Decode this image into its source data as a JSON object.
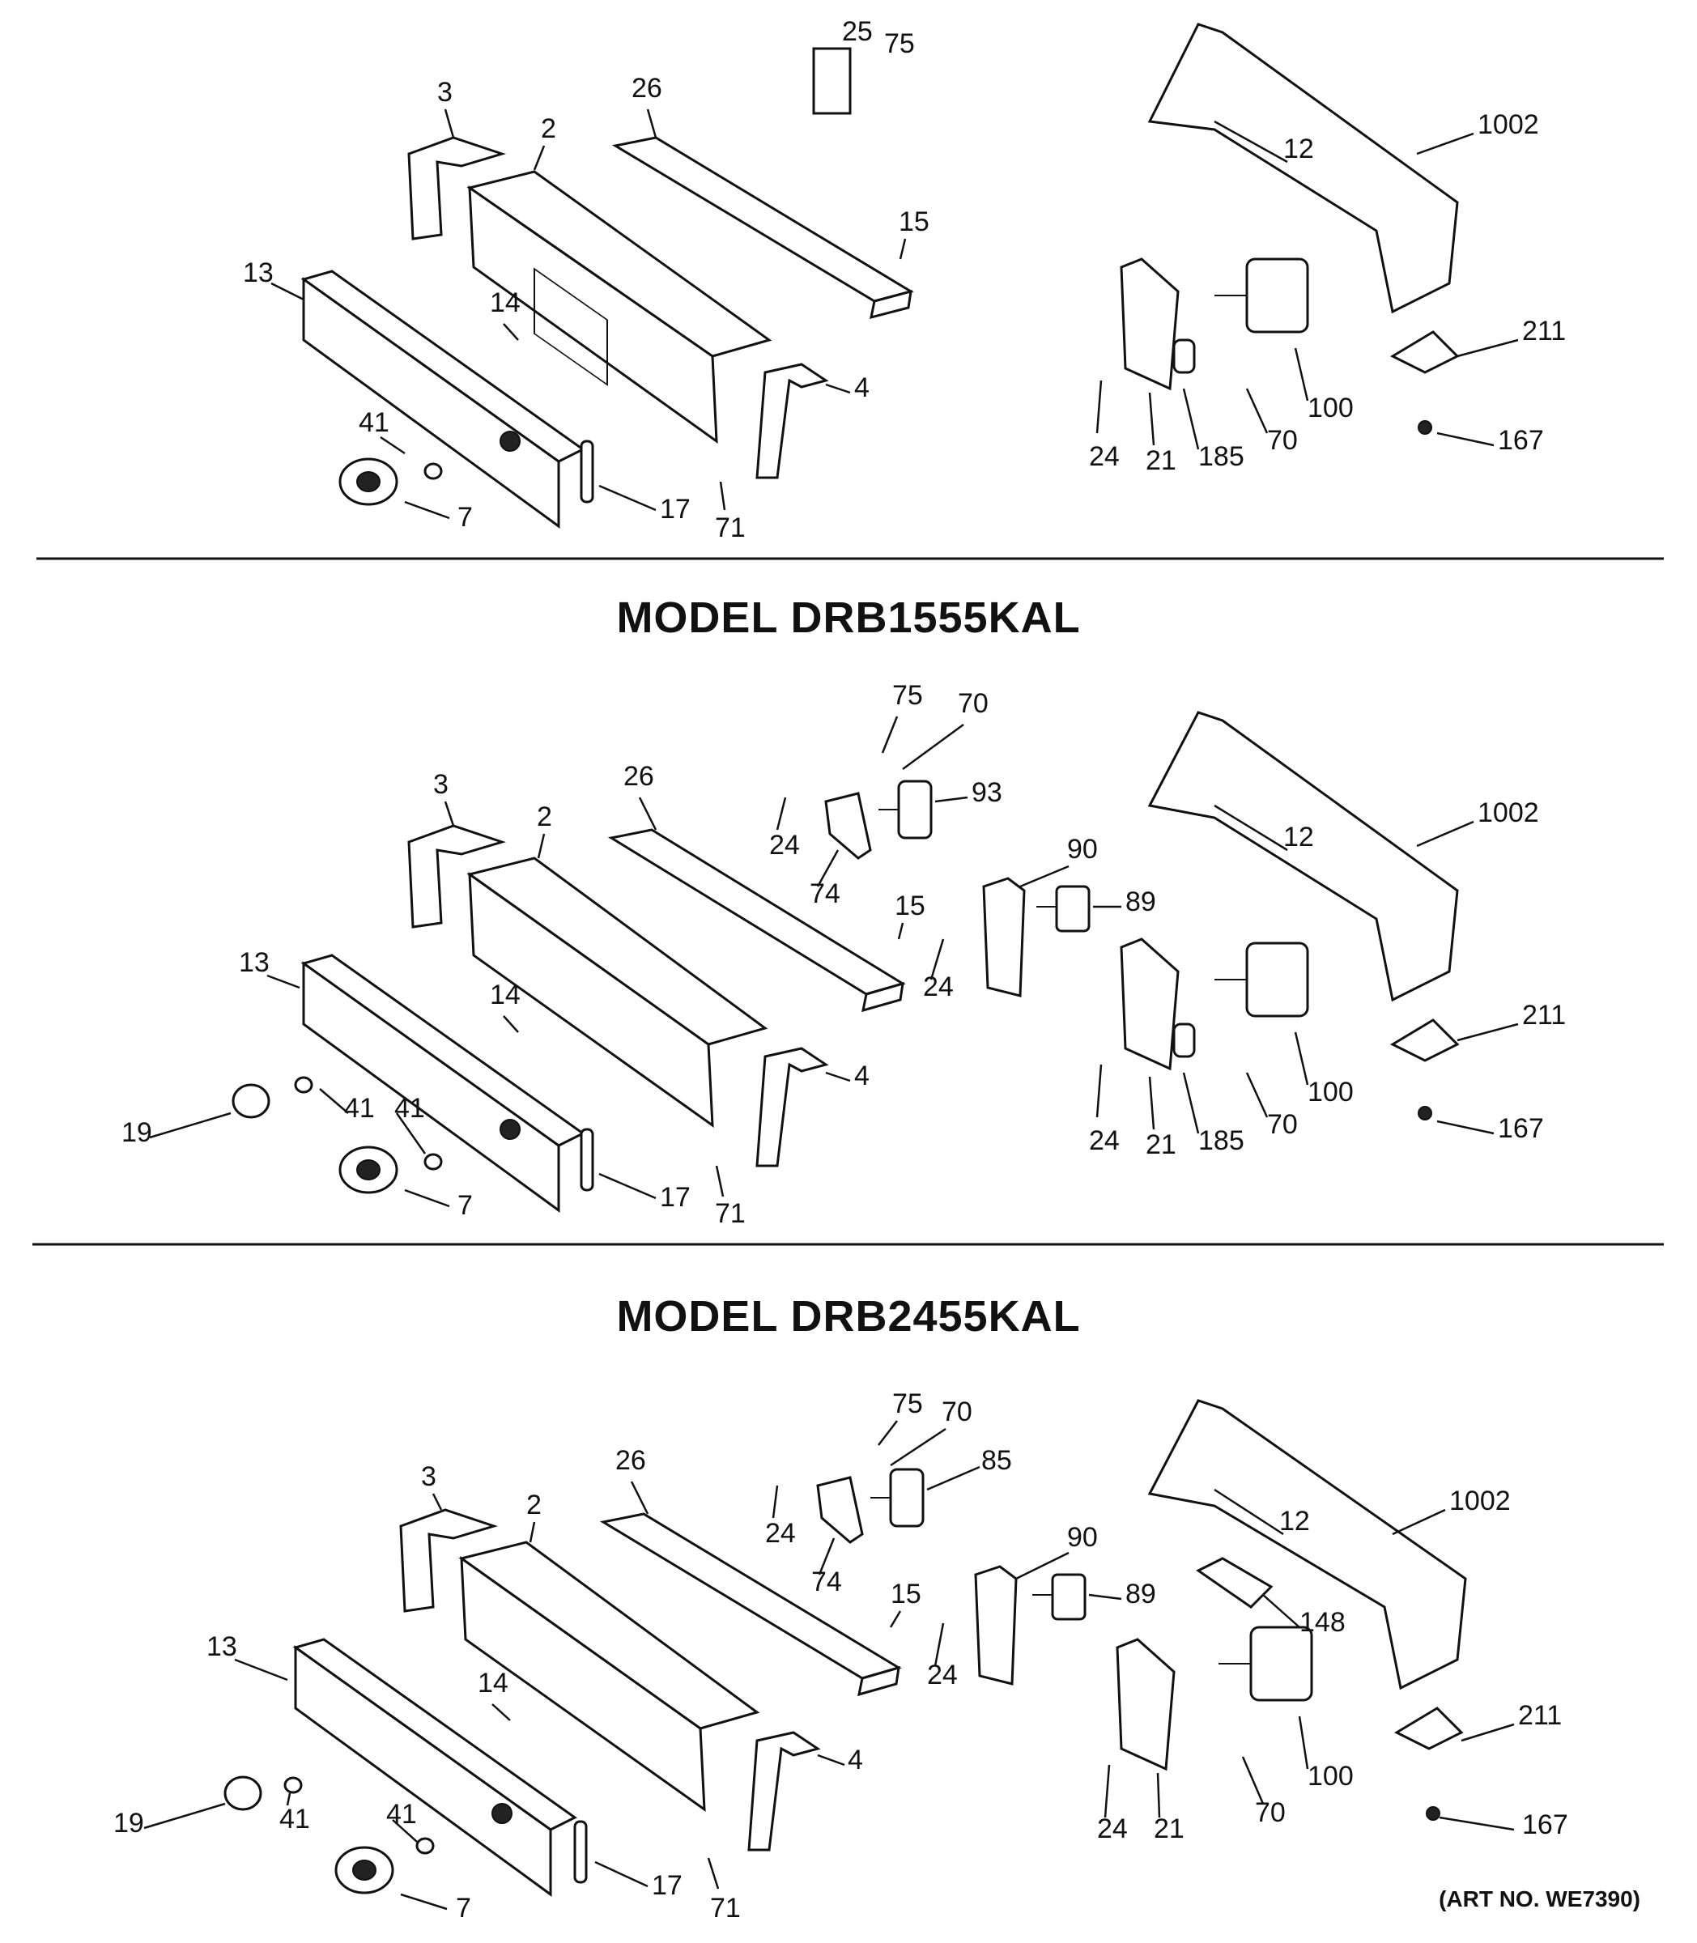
{
  "titles": {
    "model_1": "MODEL DRB1555KAL",
    "model_2": "MODEL DRB2455KAL"
  },
  "art_number": "(ART NO. WE7390)",
  "section_1": {
    "callouts": [
      "25",
      "75",
      "26",
      "3",
      "2",
      "15",
      "13",
      "14",
      "4",
      "41",
      "7",
      "17",
      "71",
      "1002",
      "12",
      "211",
      "100",
      "70",
      "185",
      "21",
      "24",
      "167"
    ]
  },
  "section_2": {
    "callouts": [
      "75",
      "70",
      "93",
      "24",
      "74",
      "26",
      "3",
      "2",
      "15",
      "24",
      "90",
      "89",
      "1002",
      "12",
      "211",
      "13",
      "14",
      "4",
      "19",
      "41",
      "41",
      "7",
      "17",
      "71",
      "100",
      "70",
      "185",
      "21",
      "24",
      "167"
    ]
  },
  "section_3": {
    "callouts": [
      "75",
      "70",
      "85",
      "24",
      "74",
      "26",
      "3",
      "2",
      "15",
      "24",
      "90",
      "89",
      "1002",
      "12",
      "148",
      "13",
      "14",
      "4",
      "19",
      "41",
      "41",
      "7",
      "17",
      "71",
      "211",
      "100",
      "70",
      "21",
      "24",
      "167"
    ]
  }
}
